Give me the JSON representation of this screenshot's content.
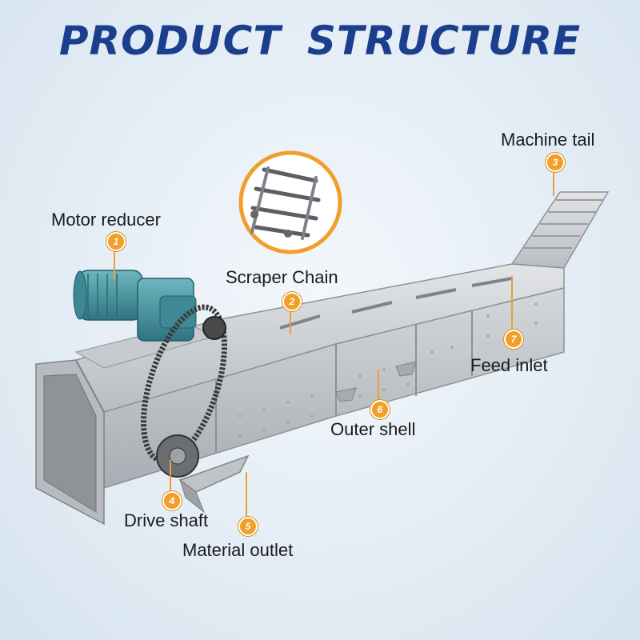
{
  "title": "PRODUCT  STRUCTURE",
  "parts": [
    {
      "number": "1",
      "label": "Motor reducer"
    },
    {
      "number": "2",
      "label": "Scraper Chain"
    },
    {
      "number": "3",
      "label": "Machine tail"
    },
    {
      "number": "4",
      "label": "Drive shaft"
    },
    {
      "number": "5",
      "label": "Material outlet"
    },
    {
      "number": "6",
      "label": "Outer shell"
    },
    {
      "number": "7",
      "label": "Feed inlet"
    }
  ],
  "colors": {
    "title": "#1b3f8c",
    "badge": "#f0a02a",
    "leader": "#e8a03a",
    "steel": "#c9ccd0",
    "motor": "#4a9aa6"
  }
}
